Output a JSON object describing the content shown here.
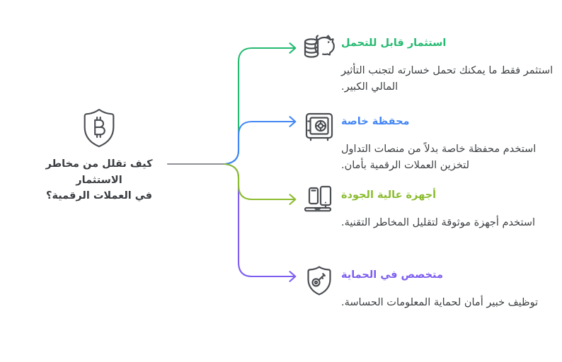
{
  "palette": {
    "icon_stroke": "#4b4e52",
    "center_line_color": "#8f9296",
    "desc_text_color": "#3e4144",
    "center_text_color": "#3a3d41"
  },
  "center": {
    "icon": "bitcoin-shield-icon",
    "title_line1": "كيف تقلل من مخاطر الاستثمار",
    "title_line2": "في العملات الرقمية؟"
  },
  "branches": [
    {
      "id": "affordable-investment",
      "color": "#24ba70",
      "icon": "piggy-bank-coins-icon",
      "title": "استثمار قابل للتحمل",
      "description": "استثمر فقط ما يمكنك تحمل خسارته لتجنب التأثير المالي الكبير."
    },
    {
      "id": "private-wallet",
      "color": "#4386f5",
      "icon": "safe-vault-icon",
      "title": "محفظة خاصة",
      "description": "استخدم محفظة خاصة بدلاً من منصات التداول لتخزين العملات الرقمية بأمان."
    },
    {
      "id": "high-quality-devices",
      "color": "#8cbc30",
      "icon": "devices-icon",
      "title": "أجهزة عالية الجودة",
      "description": "استخدم أجهزة موثوقة لتقليل المخاطر التقنية."
    },
    {
      "id": "security-specialist",
      "color": "#7d5ef0",
      "icon": "shield-key-icon",
      "title": "متخصص في الحماية",
      "description": "توظيف خبير أمان لحماية المعلومات الحساسة."
    }
  ]
}
